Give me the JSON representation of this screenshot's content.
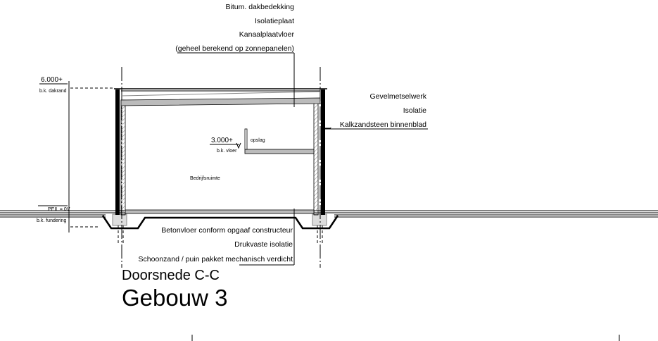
{
  "roof_labels": [
    "Bitum. dakbedekking",
    "Isolatieplaat",
    "Kanaalplaatvloer",
    "(geheel berekend op zonnepanelen)"
  ],
  "wall_labels": [
    "Gevelmetselwerk",
    "Isolatie",
    "Kalkzandsteen binnenblad"
  ],
  "floor_labels": [
    "Betonvloer conform opgaaf constructeur",
    "Drukvaste isolatie",
    "Schoonzand / puin pakket mechanisch verdicht"
  ],
  "levels": {
    "roof": {
      "value": "6.000+",
      "label": "b.k. dakrand"
    },
    "mezzanine": {
      "value": "3.000+",
      "label": "b.k. vloer"
    },
    "peil": "PEIL = 0V",
    "foundation": "b.k. fundering"
  },
  "rooms": {
    "main": "Bedrijfsruimte",
    "storage": "opslag"
  },
  "title": {
    "section": "Doorsnede C-C",
    "building": "Gebouw 3"
  }
}
